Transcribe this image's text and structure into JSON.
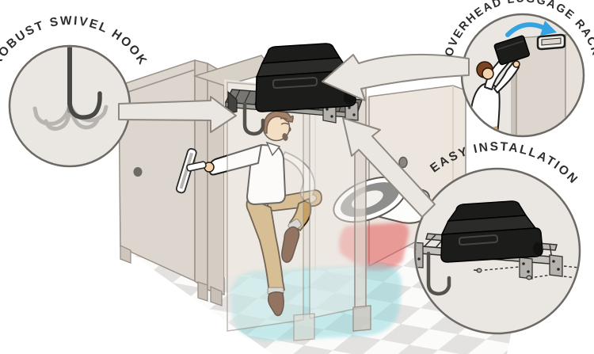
{
  "callouts": [
    {
      "id": "swivel-hook",
      "label": "ROBUST SWIVEL HOOK"
    },
    {
      "id": "overhead-rack",
      "label": "OVERHEAD LUGGAGE RACK"
    },
    {
      "id": "easy-install",
      "label": "EASY INSTALLATION"
    }
  ],
  "colors": {
    "accent_blue": "#35a3e2",
    "callout_fill": "#eae6e1",
    "wall_beige": "#ddd6ce",
    "suitcase_black": "#1c1c1b",
    "glow_red": "#e35454",
    "glow_cyan": "#8ed8de",
    "floor_tile_gray": "#e3e2e0",
    "pants_khaki": "#c7a166",
    "skin_tone": "#f3d3ae",
    "hair_brown": "#7c4423",
    "shoe_brown": "#5e3014"
  }
}
